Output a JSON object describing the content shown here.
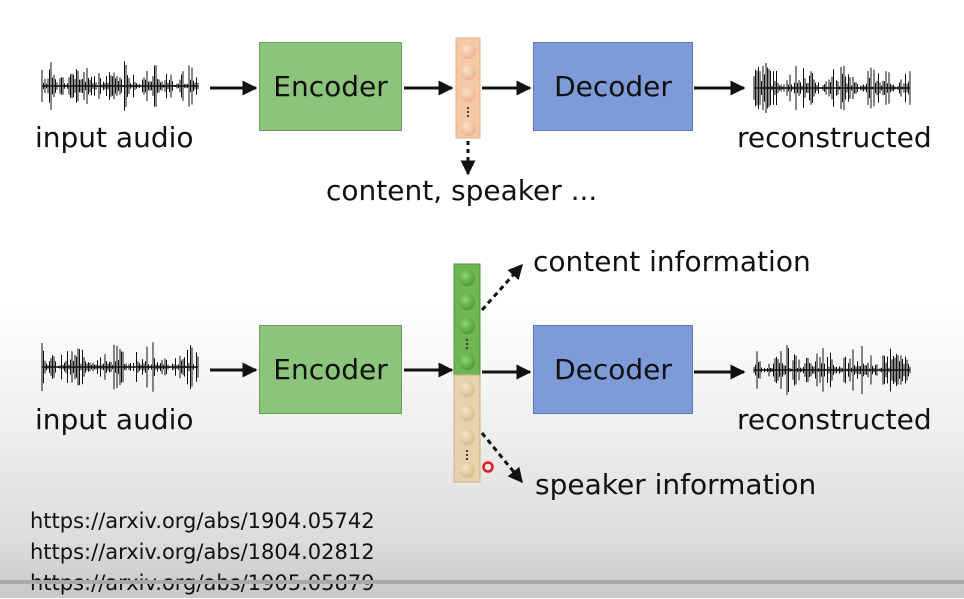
{
  "top": {
    "input_label": "input audio",
    "encoder_label": "Encoder",
    "decoder_label": "Decoder",
    "output_label": "reconstructed",
    "latent_caption": "content, speaker ..."
  },
  "bottom": {
    "input_label": "input audio",
    "encoder_label": "Encoder",
    "decoder_label": "Decoder",
    "output_label": "reconstructed",
    "content_label": "content information",
    "speaker_label": "speaker information"
  },
  "links": [
    "https://arxiv.org/abs/1904.05742",
    "https://arxiv.org/abs/1804.02812",
    "https://arxiv.org/abs/1905.05879"
  ],
  "colors": {
    "encoder": "#8bc47a",
    "decoder": "#7f9ad8",
    "latent_orange": "#f5c8a8",
    "latent_green": "#6db651",
    "latent_beige": "#e6d2ad",
    "pointer": "#e02020"
  }
}
